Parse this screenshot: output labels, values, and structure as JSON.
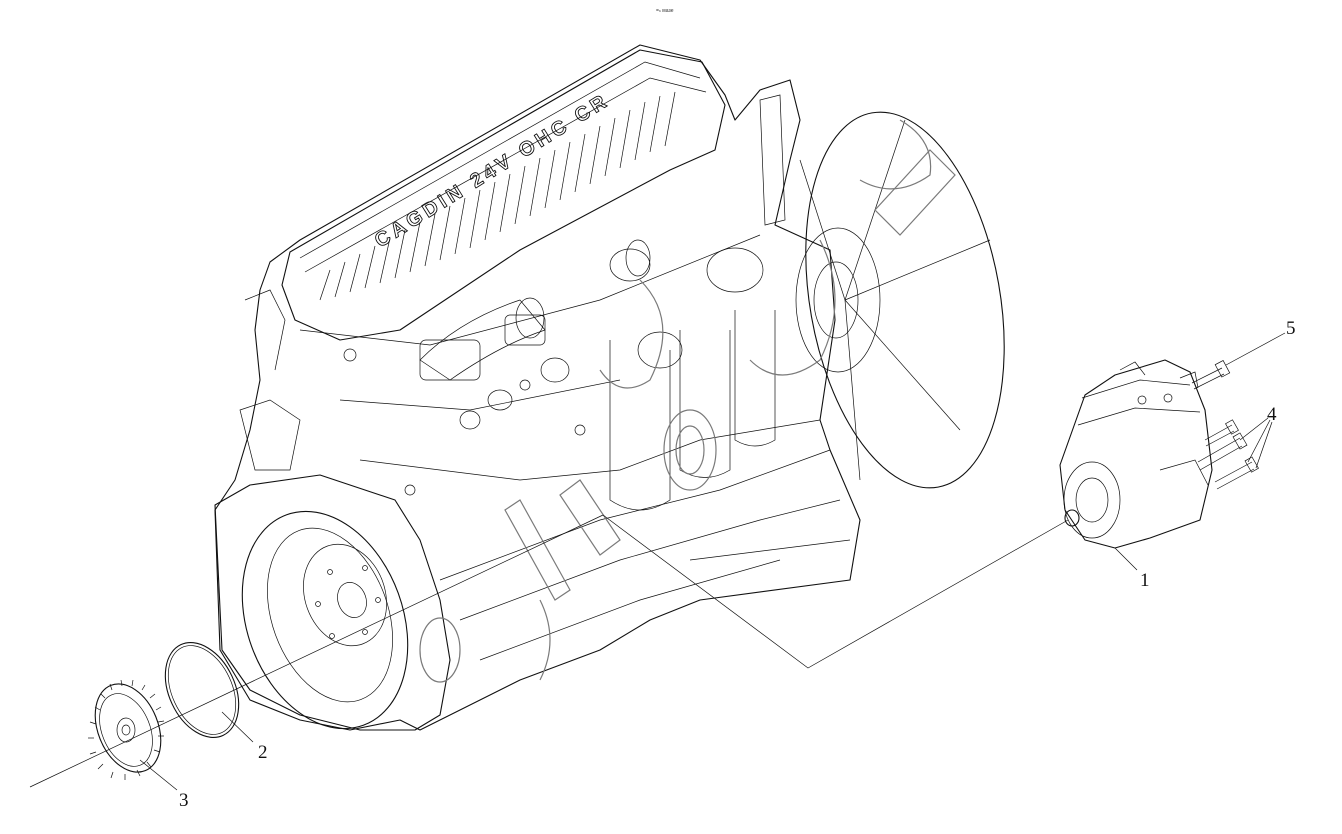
{
  "header_text": "=ₙ мазе",
  "cover_text": "CAGDIN 24V OHC CR",
  "callouts": [
    {
      "id": "1",
      "label": "1"
    },
    {
      "id": "2",
      "label": "2"
    },
    {
      "id": "3",
      "label": "3"
    },
    {
      "id": "4",
      "label": "4"
    },
    {
      "id": "5",
      "label": "5"
    }
  ],
  "colors": {
    "line": "#111111",
    "watermark": "#7a7a7a",
    "background": "#ffffff"
  }
}
